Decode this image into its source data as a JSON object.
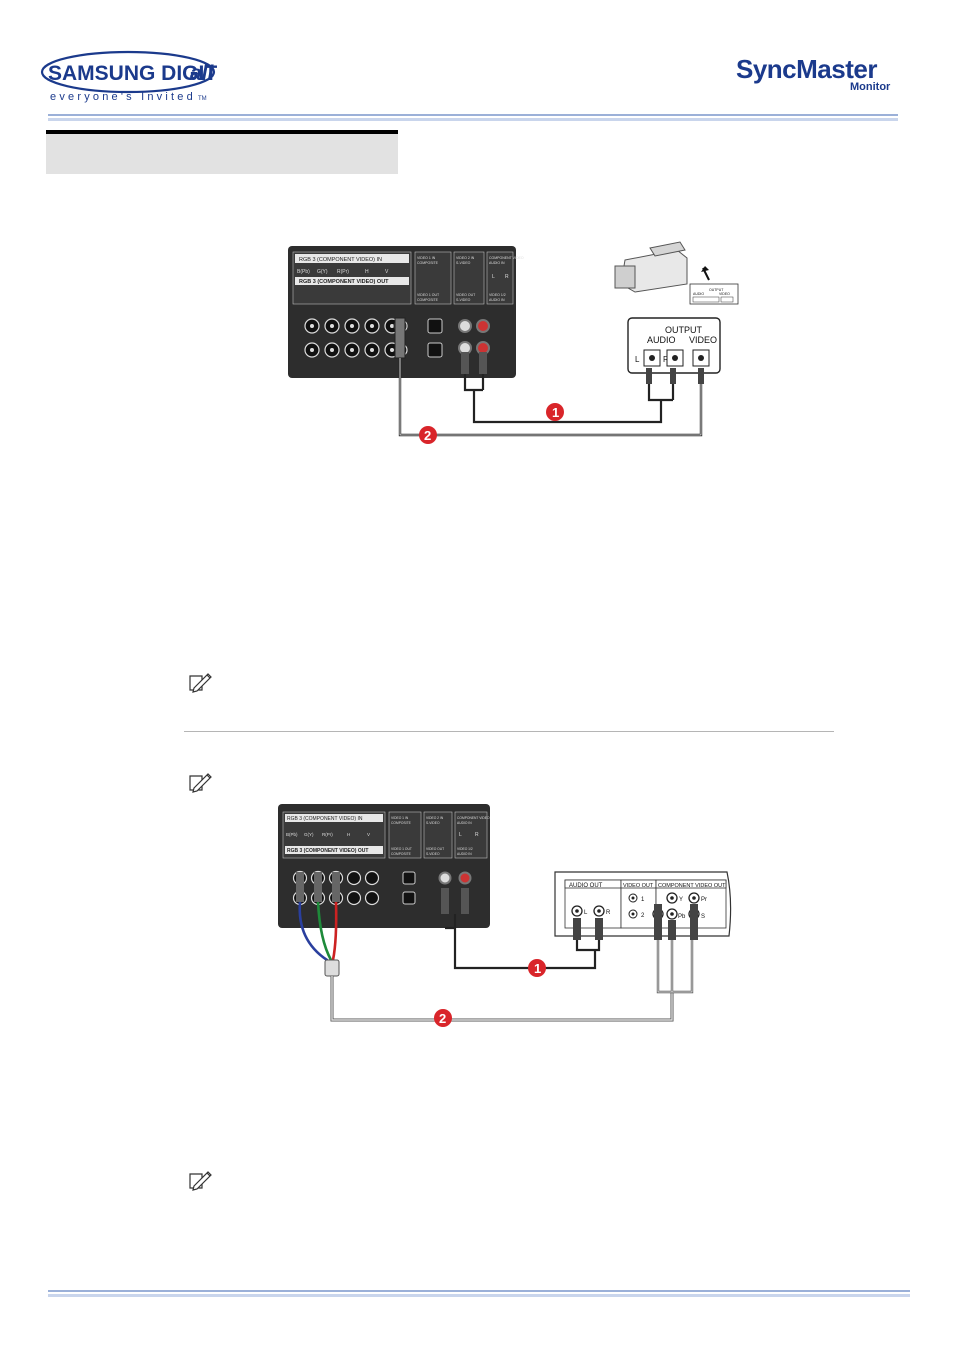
{
  "header": {
    "brand_main": "SAMSUNG DIGIT",
    "brand_suffix": "all",
    "tagline": "everyone's Invited",
    "tagline_tm": "TM",
    "product_main": "SyncMaster",
    "product_sub": "Monitor"
  },
  "diagram1": {
    "panel": {
      "rgb3_in": "RGB 3 (COMPONENT VIDEO) IN",
      "rgb3_out": "RGB 3 (COMPONENT VIDEO) OUT",
      "port_b": "B(Pb)",
      "port_g": "G(Y)",
      "port_r": "R(Pr)",
      "port_h": "H",
      "port_v": "V",
      "video1_in": "VIDEO 1 IN",
      "composite_in": "COMPOSITE",
      "video1_out": "VIDEO 1 OUT",
      "composite_out": "COMPOSITE",
      "video2_in": "VIDEO 2 IN",
      "svideo_in": "S-VIDEO",
      "video2_out": "VIDEO OUT",
      "svideo_out": "S-VIDEO",
      "component_audio": "COMPONENT VIDEO",
      "audio_label": "AUDIO IN",
      "audio_l": "L",
      "audio_r": "R",
      "video12_audio": "VIDEO 1/2",
      "audio_in2": "AUDIO IN"
    },
    "camcorder": {
      "output": "OUTPUT",
      "audio": "AUDIO",
      "video": "VIDEO",
      "l": "L",
      "r": "R"
    },
    "cable_1": "1",
    "cable_2": "2"
  },
  "diagram2": {
    "panel": {
      "rgb3_in": "RGB 3 (COMPONENT VIDEO) IN",
      "rgb3_out": "RGB 3 (COMPONENT VIDEO) OUT",
      "port_b": "B(Pb)",
      "port_g": "G(Y)",
      "port_r": "R(Pr)",
      "port_h": "H",
      "port_v": "V",
      "video1_in": "VIDEO 1 IN",
      "composite_in": "COMPOSITE",
      "video1_out": "VIDEO 1 OUT",
      "composite_out": "COMPOSITE",
      "video2_in": "VIDEO 2 IN",
      "svideo_in": "S-VIDEO",
      "video2_out": "VIDEO OUT",
      "svideo_out": "S-VIDEO",
      "component_audio": "COMPONENT VIDEO",
      "audio_label": "AUDIO IN",
      "audio_l": "L",
      "audio_r": "R",
      "video12_audio": "VIDEO 1/2",
      "audio_in2": "AUDIO IN"
    },
    "dvd": {
      "audio_out": "AUDIO OUT",
      "video_out": "VIDEO OUT",
      "component_out": "COMPONENT VIDEO OUT",
      "l": "L",
      "r": "R",
      "v1": "1",
      "v2": "2",
      "y": "Y",
      "pr": "Pr",
      "pb": "Pb",
      "s": "S"
    },
    "cable_1": "1",
    "cable_2": "2"
  },
  "colors": {
    "rule_dark": "#9bb0d8",
    "rule_light": "#c9d5ec",
    "badge_red": "#d9252a",
    "logo_blue": "#1b3a8c",
    "cable_blue": "#2a3f9e",
    "cable_green": "#1e8a3a",
    "cable_red": "#cc2222"
  },
  "icons": [
    "note-pencil-icon"
  ]
}
